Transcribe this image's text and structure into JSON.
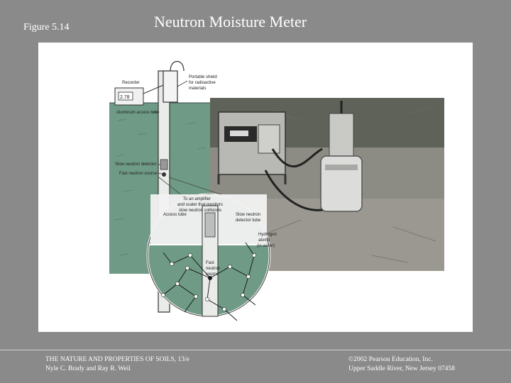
{
  "figure_label": "Figure 5.14",
  "slide_title": "Neutron Moisture Meter",
  "diagram": {
    "recorder_label": "Recorder",
    "recorder_value": "2.78",
    "shield_label": [
      "Portable shield",
      "for radioactive",
      "materials"
    ],
    "access_tube_label": "Aluminum access tube",
    "slow_detector_label": "Slow neutron detector",
    "fast_source_label": "Fast neutron source",
    "amplifier_label": [
      "To an amplifier",
      "and scaler that monitors",
      "slow neutron collisions"
    ],
    "inset_access_tube": "Access tube",
    "inset_slow_detector": [
      "Slow neutron",
      "detector tube"
    ],
    "inset_hydrogen": [
      "Hydrogen",
      "atoms",
      "(in water)"
    ],
    "inset_fast_source": [
      "Fast",
      "neutron",
      "source"
    ]
  },
  "footer": {
    "book_title": "THE NATURE AND PROPERTIES OF SOILS, 13/e",
    "authors": "Nyle C. Brady and Ray R. Weil",
    "copyright": "©2002 Pearson Education, Inc.",
    "location": "Upper Saddle River, New Jersey 07458"
  },
  "colors": {
    "background": "#8a8a8a",
    "soil": "#6f9a86",
    "photo_ground": "#8c8c84"
  }
}
